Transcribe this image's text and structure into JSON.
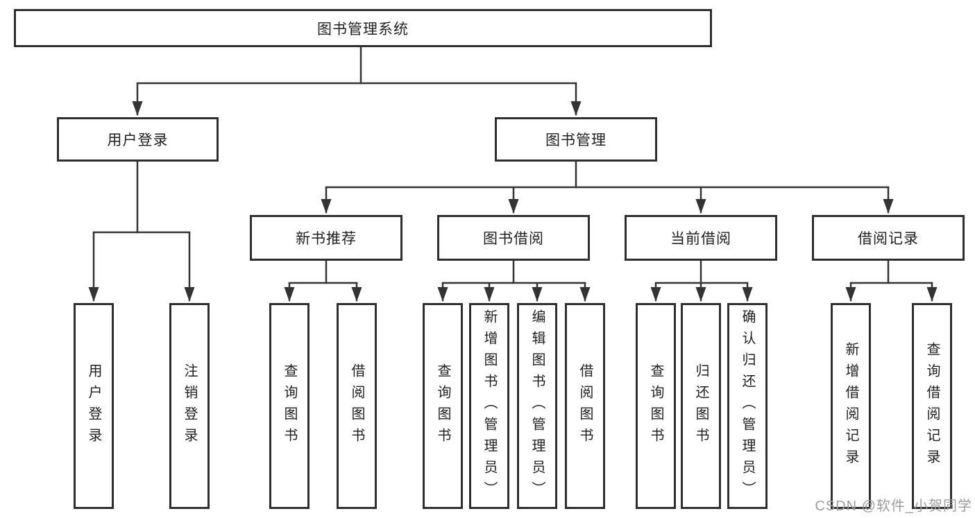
{
  "diagram": {
    "root": "图书管理系统",
    "level2": {
      "user_login": "用户登录",
      "book_management": "图书管理"
    },
    "level3": {
      "new_book_recommend": "新书推荐",
      "book_borrowing": "图书借阅",
      "current_borrowing": "当前借阅",
      "borrowing_records": "借阅记录"
    },
    "leaves": {
      "user_login": "用户登录",
      "logout": "注销登录",
      "recommend_query_book": "查询图书",
      "recommend_borrow_book": "借阅图书",
      "borrow_query_book": "查询图书",
      "borrow_add_book_admin": "新增图书（管理员）",
      "borrow_edit_book_admin": "编辑图书（管理员）",
      "borrow_borrow_book": "借阅图书",
      "current_query_book": "查询图书",
      "current_return_book": "归还图书",
      "current_confirm_return_admin": "确认归还（管理员）",
      "records_add_record": "新增借阅记录",
      "records_query_record": "查询借阅记录"
    },
    "watermark": "CSDN @软件_小贺同学",
    "colors": {
      "line": "#333333",
      "box_border": "#2e2e2e",
      "box_fill": "#ffffff",
      "text": "#1f1f1f",
      "watermark": "#9d9d9d",
      "background": "#ffffff"
    }
  }
}
